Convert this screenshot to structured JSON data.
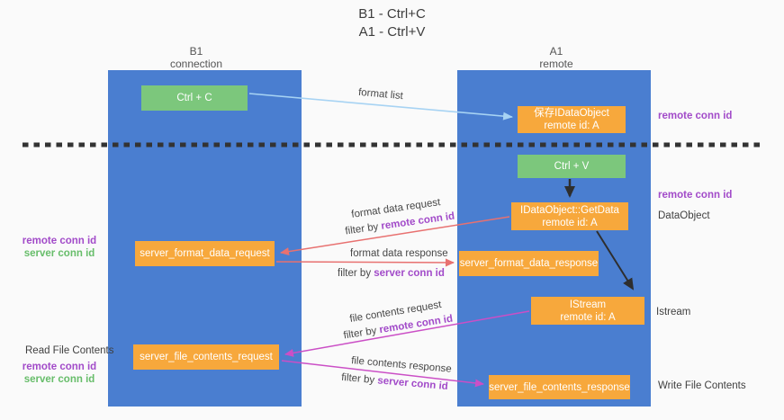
{
  "title": {
    "line1": "B1 - Ctrl+C",
    "line2": "A1 - Ctrl+V"
  },
  "columns": {
    "left": {
      "name": "B1",
      "role": "connection"
    },
    "right": {
      "name": "A1",
      "role": "remote"
    }
  },
  "nodes": {
    "ctrl_c": {
      "label": "Ctrl + C"
    },
    "ctrl_v": {
      "label": "Ctrl + V"
    },
    "save_dataobject": {
      "line1": "保存IDataObject",
      "line2": "remote id: A"
    },
    "getdata": {
      "line1": "IDataObject::GetData",
      "line2": "remote id: A"
    },
    "istream": {
      "line1": "IStream",
      "line2": "remote id: A"
    },
    "format_request": {
      "label": "server_format_data_request"
    },
    "format_response": {
      "label": "server_format_data_response"
    },
    "file_request": {
      "label": "server_file_contents_request"
    },
    "file_response": {
      "label": "server_file_contents_response"
    }
  },
  "arrow_labels": {
    "format_list": "format list",
    "format_data_request": "format data request",
    "format_data_response": "format data response",
    "file_contents_request": "file contents request",
    "file_contents_response": "file contents response",
    "filter_by": "filter by ",
    "remote_conn_id": "remote conn id",
    "server_conn_id": "server conn id"
  },
  "side_labels": {
    "right_remote_conn_id_1": "remote conn id",
    "right_remote_conn_id_2": "remote conn id",
    "dataobject": "DataObject",
    "istream": "Istream",
    "write_file_contents": "Write File Contents",
    "left_remote_conn_id_1": "remote conn id",
    "left_server_conn_id_1": "server conn id",
    "read_file_contents": "Read File Contents",
    "left_remote_conn_id_2": "remote conn id",
    "left_server_conn_id_2": "server conn id"
  },
  "colors": {
    "lane_blue": "#4a7ed0",
    "box_green": "#7cc77c",
    "box_orange": "#f7a83c",
    "arrow_light_blue": "#a7d3f3",
    "arrow_red": "#e87170",
    "arrow_magenta": "#cb4fc6",
    "arrow_black": "#2e2e2e",
    "text_purple": "#a24bc9",
    "text_green": "#67bd6a"
  }
}
